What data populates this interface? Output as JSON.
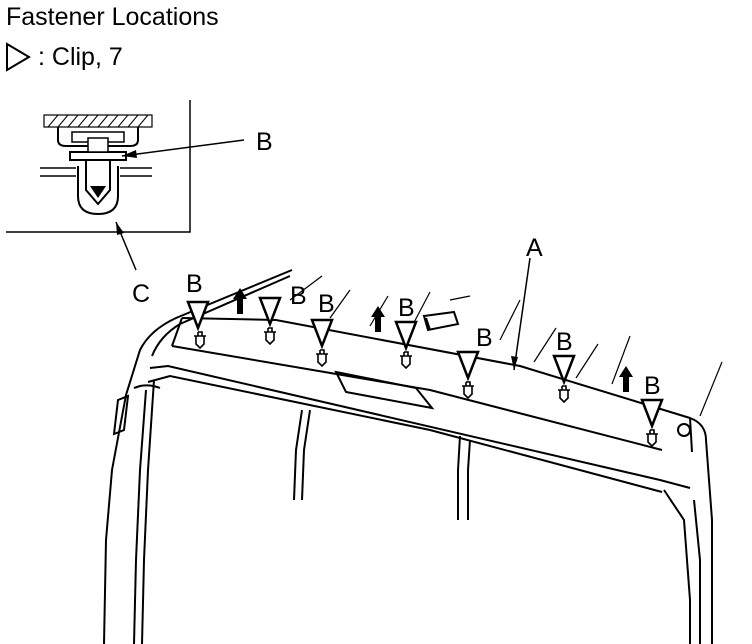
{
  "title": "Fastener Locations",
  "legend": {
    "symbol": "clip-triangle-icon",
    "text": ": Clip, 7"
  },
  "labels": {
    "a": "A",
    "b": "B",
    "c": "C"
  }
}
